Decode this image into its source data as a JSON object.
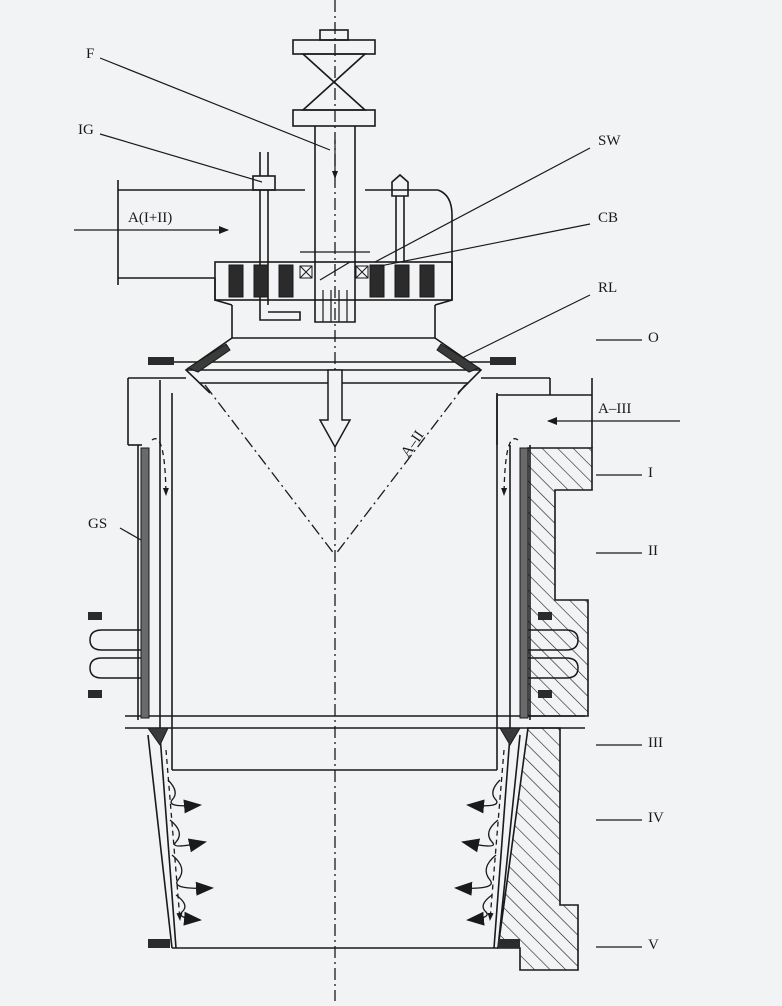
{
  "diagram": {
    "labels": {
      "F": "F",
      "IG": "IG",
      "SW": "SW",
      "CB": "CB",
      "RL": "RL",
      "GS": "GS",
      "A_I_II": "A(I+II)",
      "A_II": "A–II",
      "A_III": "A–III"
    },
    "levels": [
      "O",
      "I",
      "II",
      "III",
      "IV",
      "V"
    ]
  },
  "colors": {
    "line": "#1a1a1a",
    "background": "#f2f3f5",
    "dark_fill": "#2b2b2b",
    "gray_fill": "#6a6a6a"
  }
}
